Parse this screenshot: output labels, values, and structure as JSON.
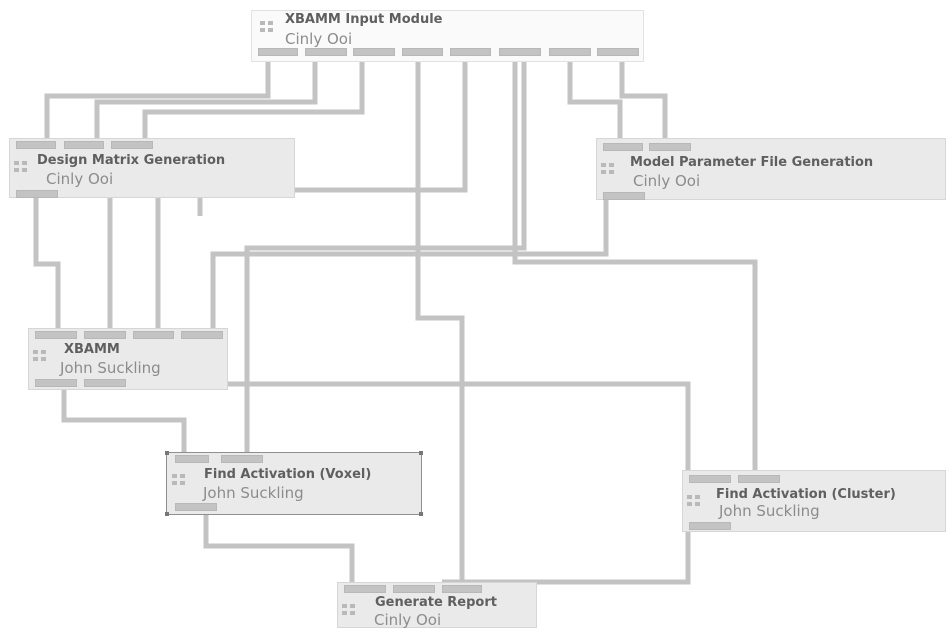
{
  "nodes": {
    "xbamm_input": {
      "title": "XBAMM Input Module",
      "author": "Cinly Ooi"
    },
    "design_matrix": {
      "title": "Design Matrix Generation",
      "author": "Cinly Ooi"
    },
    "model_param": {
      "title": "Model Parameter File Generation",
      "author": "Cinly Ooi"
    },
    "xbamm": {
      "title": "XBAMM",
      "author": "John Suckling"
    },
    "find_voxel": {
      "title": "Find Activation (Voxel)",
      "author": "John Suckling"
    },
    "find_cluster": {
      "title": "Find Activation (Cluster)",
      "author": "John Suckling"
    },
    "generate_report": {
      "title": "Generate Report",
      "author": "Cinly Ooi"
    }
  },
  "icons": {
    "node_icon": "component-icon"
  },
  "colors": {
    "wire": "#c3c3c3",
    "node_bg": "#eaeaea",
    "title": "#5f5f5f",
    "author": "#8c8c8c"
  }
}
